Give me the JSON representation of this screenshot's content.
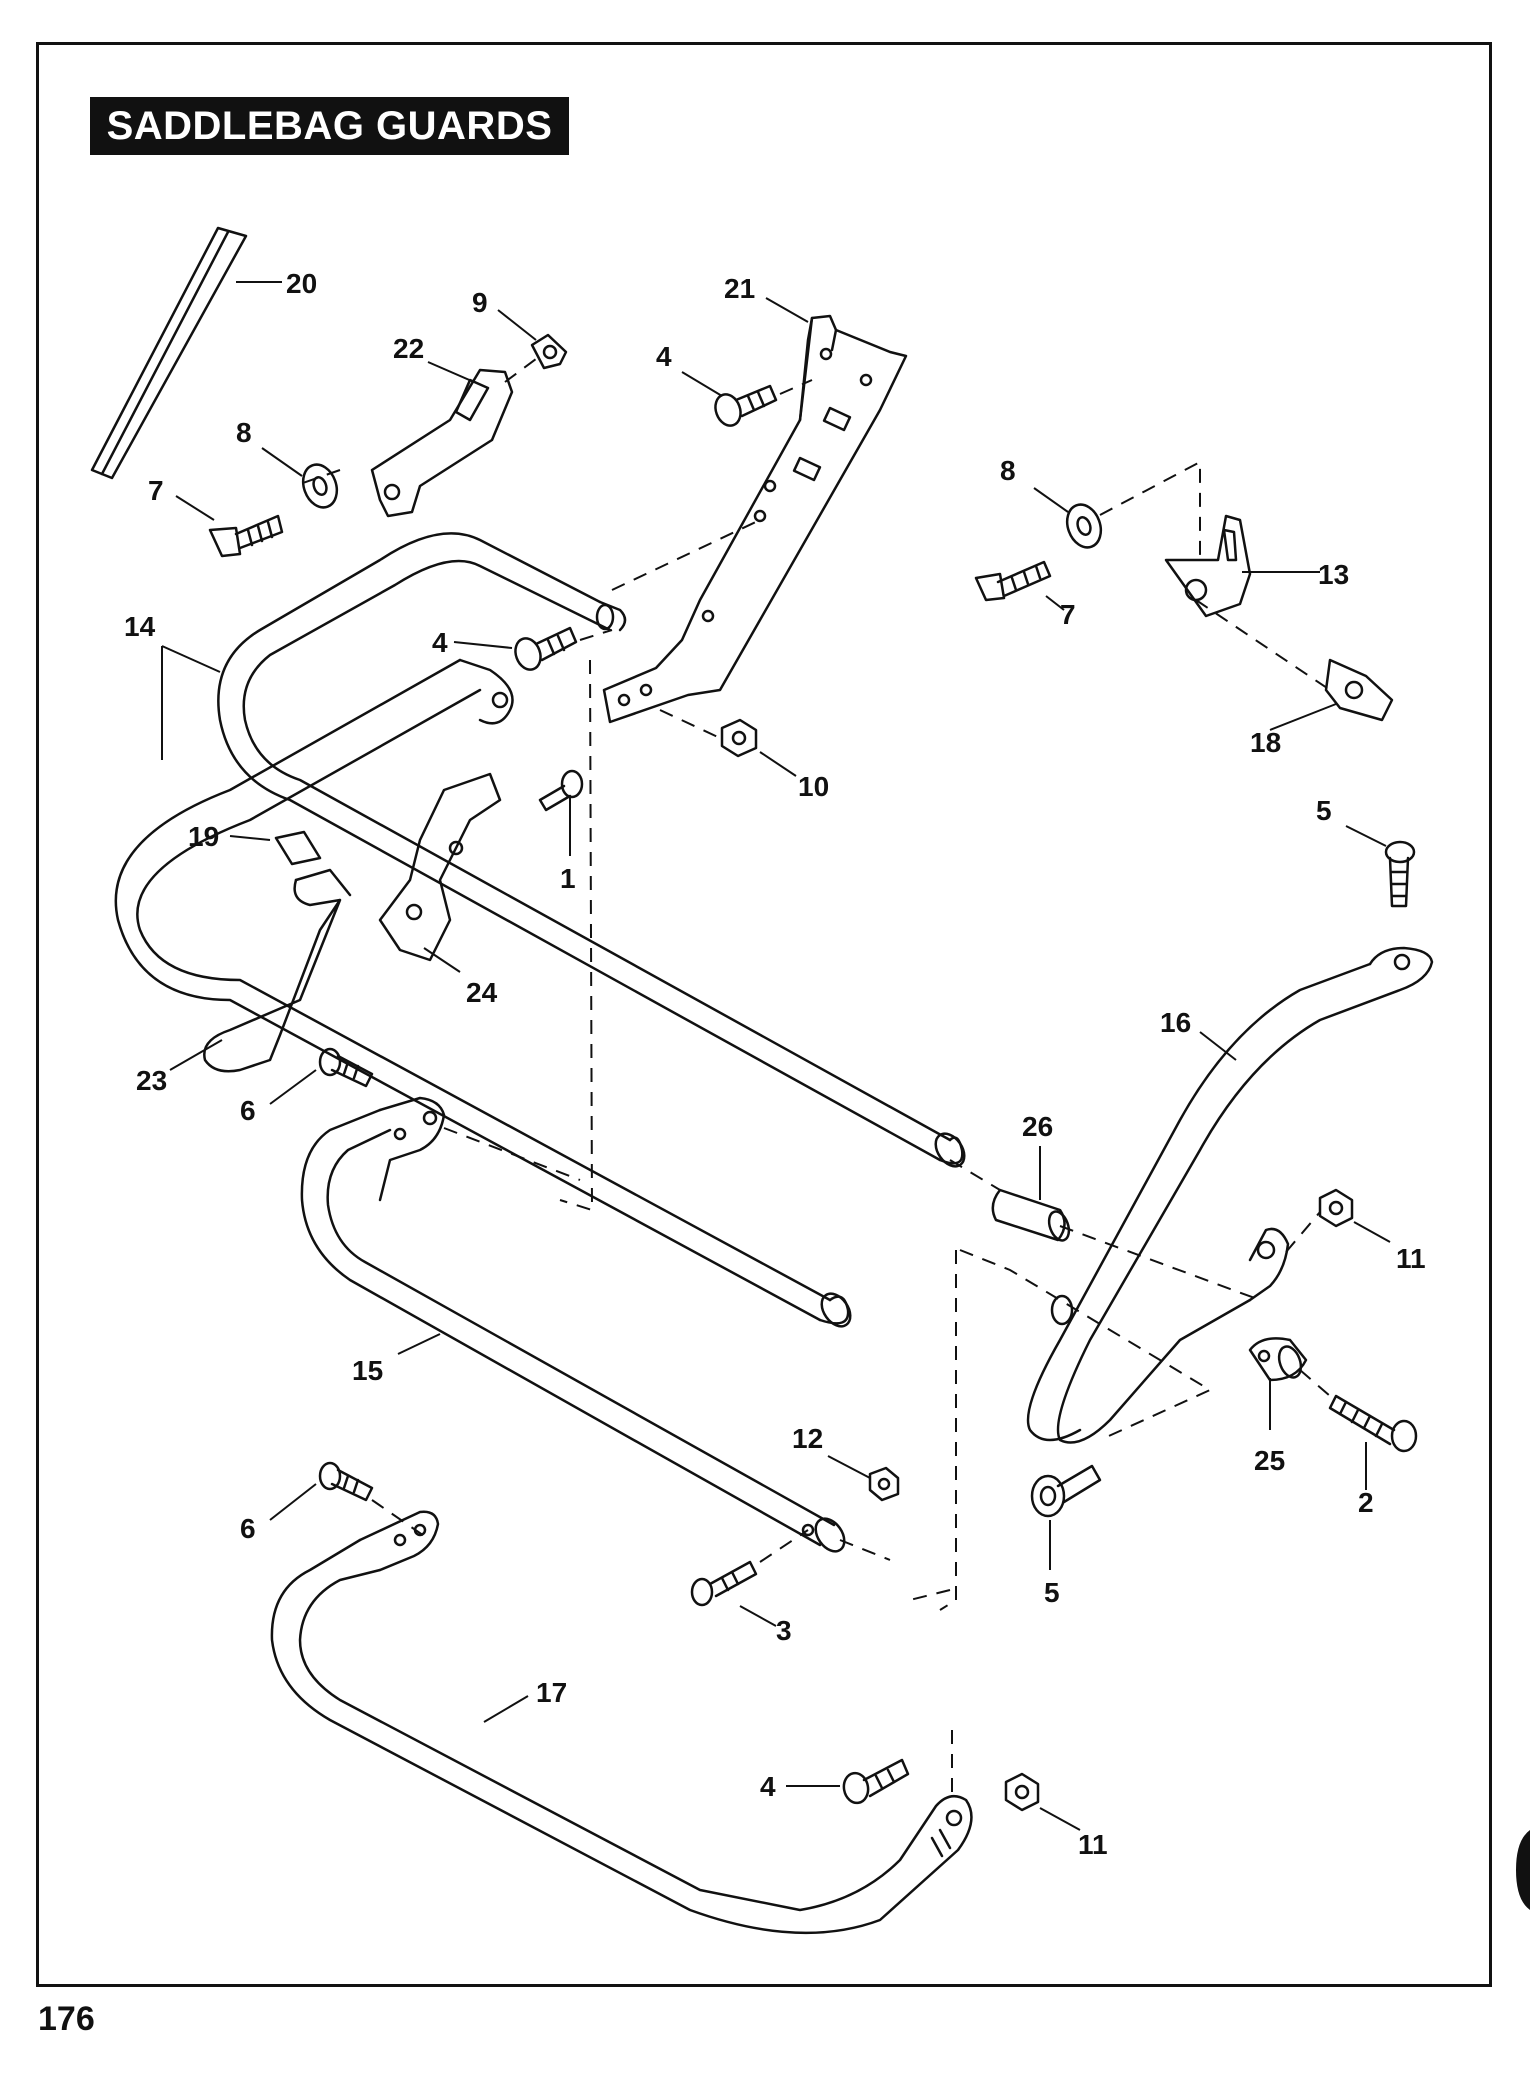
{
  "title": "SADDLEBAG GUARDS",
  "page_number": "176",
  "callouts": [
    {
      "id": "c20",
      "label": "20"
    },
    {
      "id": "c9",
      "label": "9"
    },
    {
      "id": "c22",
      "label": "22"
    },
    {
      "id": "c8a",
      "label": "8"
    },
    {
      "id": "c7a",
      "label": "7"
    },
    {
      "id": "c21",
      "label": "21"
    },
    {
      "id": "c4a",
      "label": "4"
    },
    {
      "id": "c4b",
      "label": "4"
    },
    {
      "id": "c14",
      "label": "14"
    },
    {
      "id": "c19",
      "label": "19"
    },
    {
      "id": "c1",
      "label": "1"
    },
    {
      "id": "c10",
      "label": "10"
    },
    {
      "id": "c24",
      "label": "24"
    },
    {
      "id": "c23",
      "label": "23"
    },
    {
      "id": "c6a",
      "label": "6"
    },
    {
      "id": "c8b",
      "label": "8"
    },
    {
      "id": "c7b",
      "label": "7"
    },
    {
      "id": "c13",
      "label": "13"
    },
    {
      "id": "c18",
      "label": "18"
    },
    {
      "id": "c5a",
      "label": "5"
    },
    {
      "id": "c16",
      "label": "16"
    },
    {
      "id": "c26",
      "label": "26"
    },
    {
      "id": "c11a",
      "label": "11"
    },
    {
      "id": "c15",
      "label": "15"
    },
    {
      "id": "c12",
      "label": "12"
    },
    {
      "id": "c25",
      "label": "25"
    },
    {
      "id": "c2",
      "label": "2"
    },
    {
      "id": "c5b",
      "label": "5"
    },
    {
      "id": "c3",
      "label": "3"
    },
    {
      "id": "c6b",
      "label": "6"
    },
    {
      "id": "c17",
      "label": "17"
    },
    {
      "id": "c4c",
      "label": "4"
    },
    {
      "id": "c11b",
      "label": "11"
    }
  ]
}
